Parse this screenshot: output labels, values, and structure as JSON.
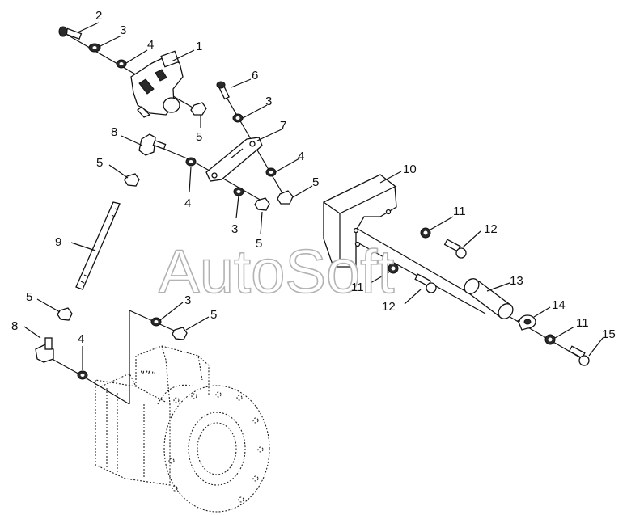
{
  "watermark": "AutoSoft",
  "callouts": [
    "1",
    "2",
    "3",
    "4",
    "5",
    "6",
    "7",
    "8",
    "9",
    "10",
    "11",
    "12",
    "13",
    "14",
    "15"
  ],
  "colors": {
    "ink": "#111111",
    "watermark_outline": "#b3b3b3",
    "background": "#ffffff"
  }
}
